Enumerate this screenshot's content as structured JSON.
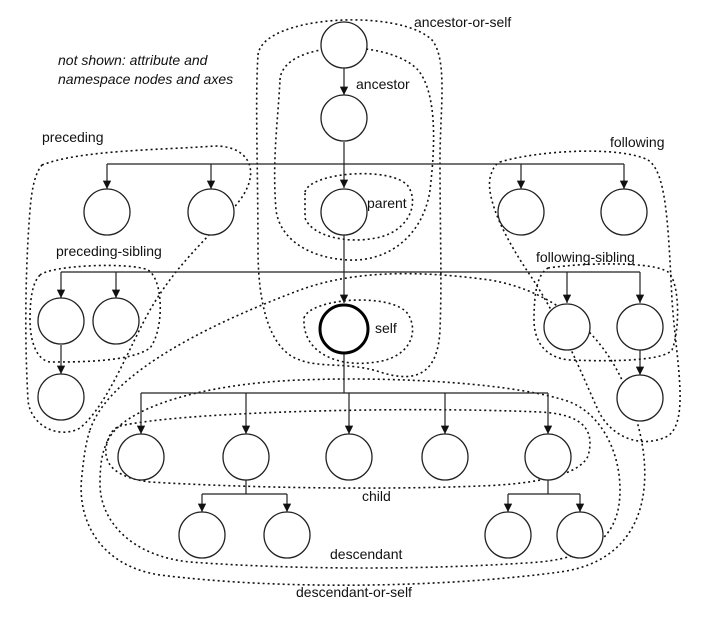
{
  "note": {
    "line1": "not shown: attribute and",
    "line2": "namespace nodes and axes"
  },
  "labels": {
    "ancestor_or_self": "ancestor-or-self",
    "ancestor": "ancestor",
    "parent": "parent",
    "self": "self",
    "preceding": "preceding",
    "preceding_sibling": "preceding-sibling",
    "following": "following",
    "following_sibling": "following-sibling",
    "child": "child",
    "descendant": "descendant",
    "descendant_or_self": "descendant-or-self"
  }
}
